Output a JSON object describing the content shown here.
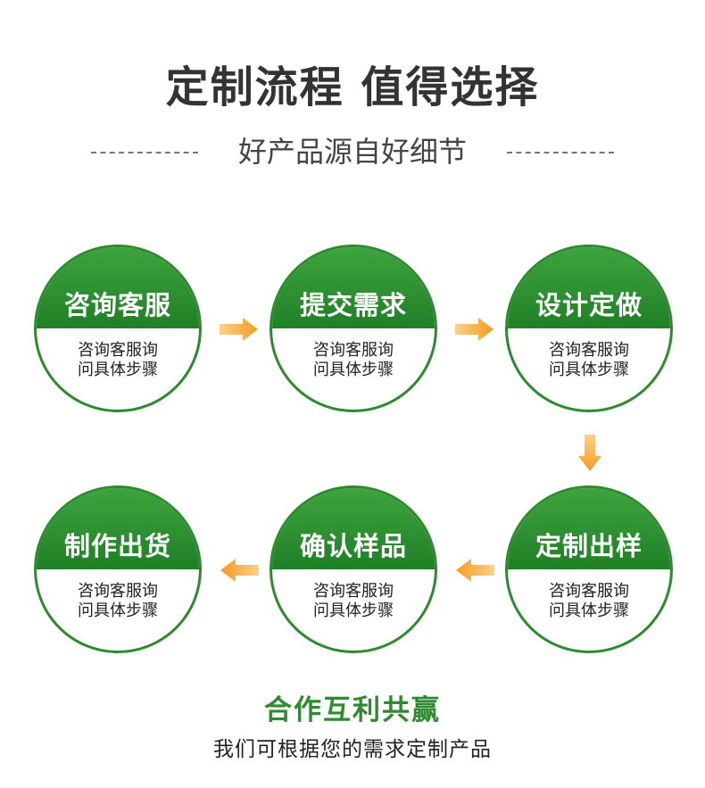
{
  "header": {
    "title": "定制流程 值得选择",
    "subtitle": "好产品源自好细节"
  },
  "steps": [
    {
      "name": "咨询客服",
      "desc_line1": "咨询客服询",
      "desc_line2": "问具体步骤"
    },
    {
      "name": "提交需求",
      "desc_line1": "咨询客服询",
      "desc_line2": "问具体步骤"
    },
    {
      "name": "设计定做",
      "desc_line1": "咨询客服询",
      "desc_line2": "问具体步骤"
    },
    {
      "name": "定制出样",
      "desc_line1": "咨询客服询",
      "desc_line2": "问具体步骤"
    },
    {
      "name": "确认样品",
      "desc_line1": "咨询客服询",
      "desc_line2": "问具体步骤"
    },
    {
      "name": "制作出货",
      "desc_line1": "咨询客服询",
      "desc_line2": "问具体步骤"
    }
  ],
  "footer": {
    "title": "合作互利共赢",
    "subtitle": "我们可根据您的需求定制产品"
  },
  "colors": {
    "green": "#2e8a2e",
    "arrow_orange": "#f39c1f"
  },
  "icons": {
    "arrow_right": "arrow-right-icon",
    "arrow_down": "arrow-down-icon",
    "arrow_left": "arrow-left-icon"
  }
}
